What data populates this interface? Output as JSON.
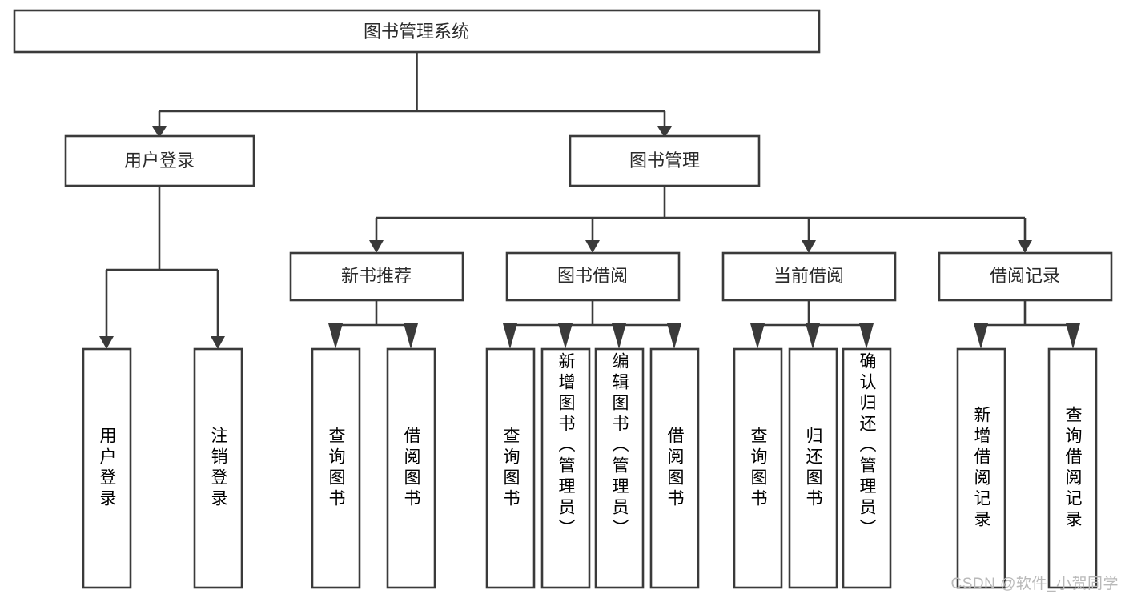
{
  "diagram": {
    "type": "tree-hierarchy",
    "title": "图书管理系统",
    "watermark": "CSDN @软件_小贺同学",
    "colors": {
      "stroke": "#3a3a3a",
      "box_fill": "#ffffff",
      "text": "#2b2b2b",
      "background": "#ffffff",
      "watermark": "#b9b9b9"
    },
    "nodes": {
      "root": {
        "label": "图书管理系统",
        "level": 0
      },
      "user_login": {
        "label": "用户登录",
        "level": 1
      },
      "book_manage": {
        "label": "图书管理",
        "level": 1
      },
      "new_book_rec": {
        "label": "新书推荐",
        "level": 2
      },
      "book_borrow": {
        "label": "图书借阅",
        "level": 2
      },
      "current_borrow": {
        "label": "当前借阅",
        "level": 2
      },
      "borrow_record": {
        "label": "借阅记录",
        "level": 2
      },
      "leaf_user_login": {
        "label": "用户登录",
        "level": 3
      },
      "leaf_logout": {
        "label": "注销登录",
        "level": 3
      },
      "leaf_query_book_1": {
        "label": "查询图书",
        "level": 3
      },
      "leaf_borrow_book_1": {
        "label": "借阅图书",
        "level": 3
      },
      "leaf_query_book_2": {
        "label": "查询图书",
        "level": 3
      },
      "leaf_add_book": {
        "label": "新增图书（管理员）",
        "level": 3
      },
      "leaf_edit_book": {
        "label": "编辑图书（管理员）",
        "level": 3
      },
      "leaf_borrow_book_2": {
        "label": "借阅图书",
        "level": 3
      },
      "leaf_query_book_3": {
        "label": "查询图书",
        "level": 3
      },
      "leaf_return_book": {
        "label": "归还图书",
        "level": 3
      },
      "leaf_confirm_return": {
        "label": "确认归还（管理员）",
        "level": 3
      },
      "leaf_add_record": {
        "label": "新增借阅记录",
        "level": 3
      },
      "leaf_query_record": {
        "label": "查询借阅记录",
        "level": 3
      }
    },
    "edges": [
      {
        "from": "root",
        "to": "user_login"
      },
      {
        "from": "root",
        "to": "book_manage"
      },
      {
        "from": "user_login",
        "to": "leaf_user_login"
      },
      {
        "from": "user_login",
        "to": "leaf_logout"
      },
      {
        "from": "book_manage",
        "to": "new_book_rec"
      },
      {
        "from": "book_manage",
        "to": "book_borrow"
      },
      {
        "from": "book_manage",
        "to": "current_borrow"
      },
      {
        "from": "book_manage",
        "to": "borrow_record"
      },
      {
        "from": "new_book_rec",
        "to": "leaf_query_book_1"
      },
      {
        "from": "new_book_rec",
        "to": "leaf_borrow_book_1"
      },
      {
        "from": "book_borrow",
        "to": "leaf_query_book_2"
      },
      {
        "from": "book_borrow",
        "to": "leaf_add_book"
      },
      {
        "from": "book_borrow",
        "to": "leaf_edit_book"
      },
      {
        "from": "book_borrow",
        "to": "leaf_borrow_book_2"
      },
      {
        "from": "current_borrow",
        "to": "leaf_query_book_3"
      },
      {
        "from": "current_borrow",
        "to": "leaf_return_book"
      },
      {
        "from": "current_borrow",
        "to": "leaf_confirm_return"
      },
      {
        "from": "borrow_record",
        "to": "leaf_add_record"
      },
      {
        "from": "borrow_record",
        "to": "leaf_query_record"
      }
    ]
  }
}
